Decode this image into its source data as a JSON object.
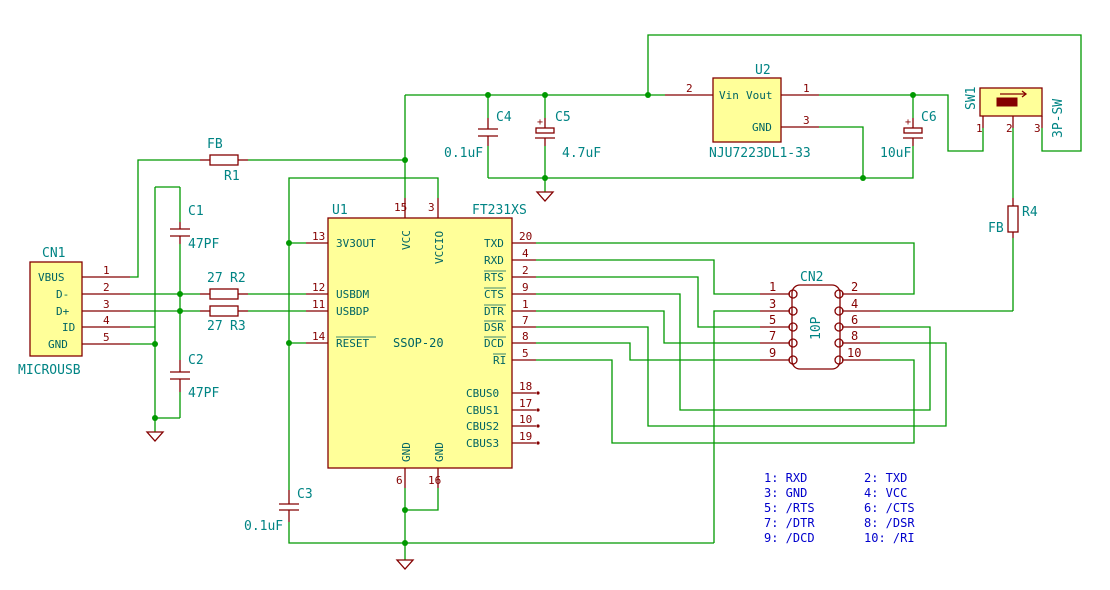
{
  "cn1": {
    "ref": "CN1",
    "value": "MICROUSB",
    "pins": [
      {
        "name": "VBUS",
        "num": "1"
      },
      {
        "name": "D-",
        "num": "2"
      },
      {
        "name": "D+",
        "num": "3"
      },
      {
        "name": "ID",
        "num": "4"
      },
      {
        "name": "GND",
        "num": "5"
      }
    ]
  },
  "r1": {
    "ref": "R1",
    "value": "FB"
  },
  "r2": {
    "ref": "R2",
    "value": "27"
  },
  "r3": {
    "ref": "R3",
    "value": "27"
  },
  "r4": {
    "ref": "R4",
    "value": "FB"
  },
  "c1": {
    "ref": "C1",
    "value": "47PF"
  },
  "c2": {
    "ref": "C2",
    "value": "47PF"
  },
  "c3": {
    "ref": "C3",
    "value": "0.1uF"
  },
  "c4": {
    "ref": "C4",
    "value": "0.1uF"
  },
  "c5": {
    "ref": "C5",
    "value": "4.7uF"
  },
  "c6": {
    "ref": "C6",
    "value": "10uF"
  },
  "u1": {
    "ref": "U1",
    "value": "FT231XS",
    "package": "SSOP-20",
    "left_pins": [
      {
        "name": "3V3OUT",
        "num": "13"
      },
      {
        "name": "USBDM",
        "num": "12"
      },
      {
        "name": "USBDP",
        "num": "11"
      },
      {
        "name": "RESET",
        "num": "14"
      }
    ],
    "top_pins": [
      {
        "name": "VCC",
        "num": "15"
      },
      {
        "name": "VCCIO",
        "num": "3"
      }
    ],
    "right_pins": [
      {
        "name": "TXD",
        "num": "20"
      },
      {
        "name": "RXD",
        "num": "4"
      },
      {
        "name": "RTS",
        "num": "2"
      },
      {
        "name": "CTS",
        "num": "9"
      },
      {
        "name": "DTR",
        "num": "1"
      },
      {
        "name": "DSR",
        "num": "7"
      },
      {
        "name": "DCD",
        "num": "8"
      },
      {
        "name": "RI",
        "num": "5"
      },
      {
        "name": "CBUS0",
        "num": "18"
      },
      {
        "name": "CBUS1",
        "num": "17"
      },
      {
        "name": "CBUS2",
        "num": "10"
      },
      {
        "name": "CBUS3",
        "num": "19"
      }
    ],
    "bottom_pins": [
      {
        "name": "GND",
        "num": "6"
      },
      {
        "name": "GND",
        "num": "16"
      }
    ]
  },
  "u2": {
    "ref": "U2",
    "value": "NJU7223DL1-33",
    "pins": [
      {
        "name": "Vin",
        "num": "2"
      },
      {
        "name": "Vout",
        "num": "1"
      },
      {
        "name": "GND",
        "num": "3"
      }
    ]
  },
  "sw1": {
    "ref": "SW1",
    "value": "3P-SW",
    "pins": [
      "1",
      "2",
      "3"
    ]
  },
  "cn2": {
    "ref": "CN2",
    "value": "10P",
    "left_pins": [
      "1",
      "3",
      "5",
      "7",
      "9"
    ],
    "right_pins": [
      "2",
      "4",
      "6",
      "8",
      "10"
    ]
  },
  "pin_legend": [
    {
      "left": "1: RXD",
      "right": "2: TXD"
    },
    {
      "left": "3: GND",
      "right": "4: VCC"
    },
    {
      "left": "5: /RTS",
      "right": "6: /CTS"
    },
    {
      "left": "7: /DTR",
      "right": "8: /DSR"
    },
    {
      "left": "9: /DCD",
      "right": "10: /RI"
    }
  ],
  "colors": {
    "wire": "#009900",
    "body": "#840000",
    "fill": "#ffff99",
    "label": "#008484",
    "note": "#0000cc"
  }
}
